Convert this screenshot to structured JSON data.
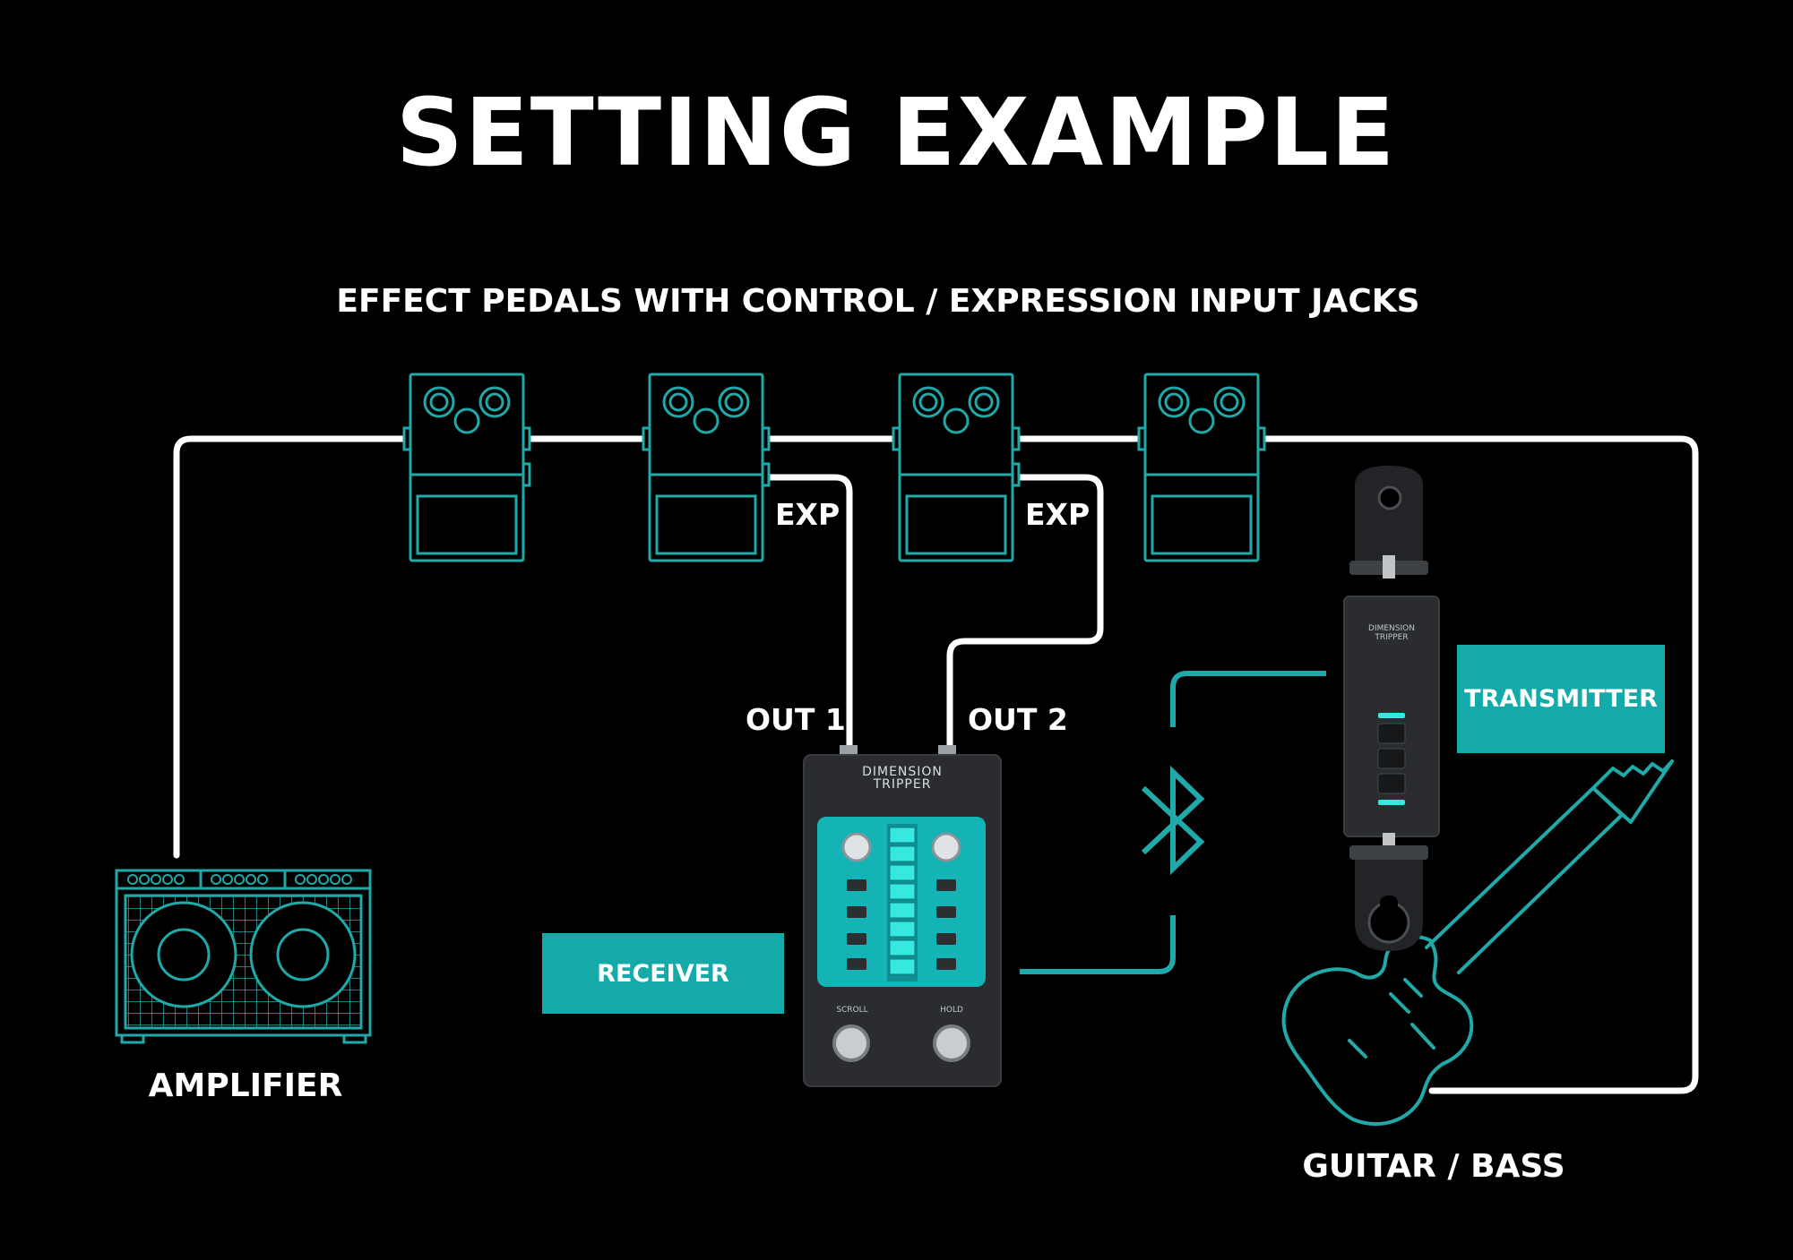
{
  "title": "SETTING EXAMPLE",
  "pedals_caption": "EFFECT PEDALS WITH CONTROL / EXPRESSION INPUT JACKS",
  "exp_label_1": "EXP",
  "exp_label_2": "EXP",
  "out1_label": "OUT 1",
  "out2_label": "OUT 2",
  "receiver_label": "RECEIVER",
  "transmitter_label": "TRANSMITTER",
  "amplifier_label": "AMPLIFIER",
  "guitar_label": "GUITAR / BASS",
  "receiver_device": {
    "brand_line1": "DIMENSION",
    "brand_line2": "TRIPPER",
    "scroll_label": "SCROLL",
    "hold_label": "HOLD"
  },
  "transmitter_device": {
    "brand_line1": "DIMENSION",
    "brand_line2": "TRIPPER"
  },
  "colors": {
    "background": "#000000",
    "teal_outline": "#1fa9a8",
    "teal_fill": "#14aaaa",
    "cable": "#ffffff",
    "device_body": "#2a2c2f"
  },
  "icons": [
    "bluetooth-icon",
    "effect-pedal-icon",
    "amplifier-icon",
    "guitar-icon"
  ]
}
